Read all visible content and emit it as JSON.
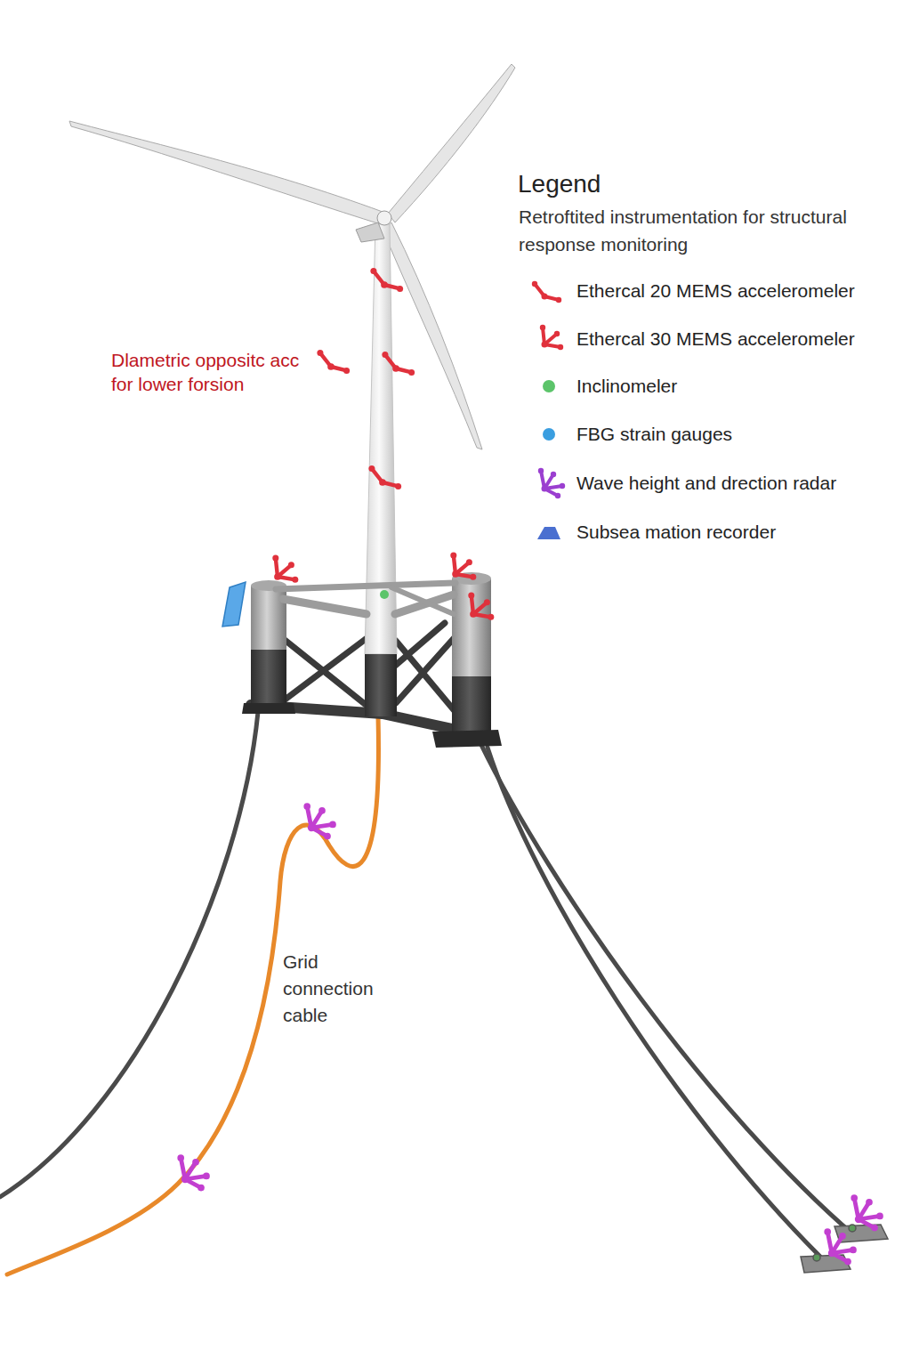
{
  "diagram": {
    "labels": [
      "Legend",
      "Retroftited instrumentation for structural response monitoring",
      "Dlametric oppositc acc for lower forsion",
      "Grid connection cable"
    ],
    "legend": [
      {
        "text": "Ethercal 20 MEMS acceleromeler"
      },
      {
        "text": "Ethercal 30 MEMS acceleromeler"
      },
      {
        "text": "Inclinomeler",
        "color": "#5cc46a"
      },
      {
        "text": "FBG strain gauges",
        "color": "#3a9ee0"
      },
      {
        "text": "Wave height and drection radar"
      },
      {
        "text": "Subsea mation recorder"
      }
    ]
  }
}
